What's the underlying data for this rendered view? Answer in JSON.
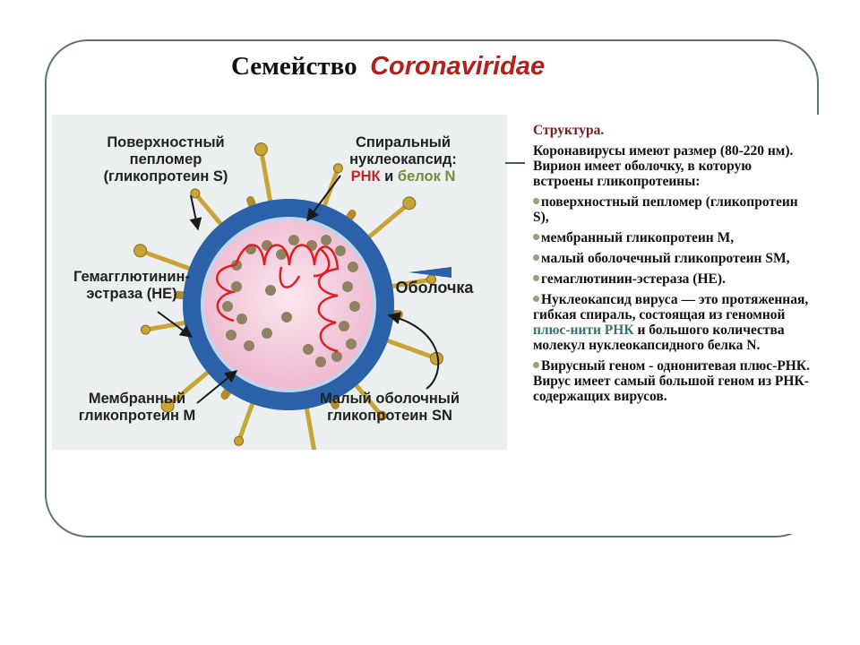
{
  "title": {
    "part1": "Семейство",
    "part2": "Coronaviridae"
  },
  "diagram_labels": {
    "peplomer": [
      "Поверхностный",
      "пепломер",
      "(гликопротеин S)"
    ],
    "nucleocapsid": [
      "Спиральный",
      "нуклеокапсид:"
    ],
    "nucleocapsid_rna": "РНК",
    "nucleocapsid_and": " и ",
    "nucleocapsid_protein": "белок N",
    "he": [
      "Гемагглютинин-",
      "эстраза (НЕ)"
    ],
    "envelope": "Оболочка",
    "membrane": [
      "Мембранный",
      "гликопротеин М"
    ],
    "small_envelope": [
      "Малый оболочный",
      "гликопротеин SN"
    ]
  },
  "panel": {
    "heading": "Структура.",
    "intro": "Коронавирусы имеют размер (80-220 нм). Вирион имеет оболочку, в которую встроены гликопротеины:",
    "items": [
      "поверхностный пепломер (гликопротеин S),",
      "мембранный гликопротеин М,",
      "малый оболочечный гликопротеин SM,",
      "гемаглютинин-эстераза (НЕ)."
    ],
    "nucleocapsid_a": "Нуклеокапсид вируса — это протяженная, гибкая спираль, состоящая из геномной ",
    "nucleocapsid_hl": "плюс-нити РНК",
    "nucleocapsid_b": " и большого количества молекул нуклеокапсидного белка N.",
    "genome": "Вирусный геном - однонитевая плюс-РНК. Вирус имеет самый большой геном из РНК-содержащих вирусов."
  },
  "colors": {
    "envelope": "#2a61a8",
    "core": "#f2c0d4",
    "rna": "#e02020",
    "nucleoprotein": "#8e8262",
    "spike": "#c8a437",
    "frame": "#5b7378",
    "title_accent": "#b0201c"
  }
}
